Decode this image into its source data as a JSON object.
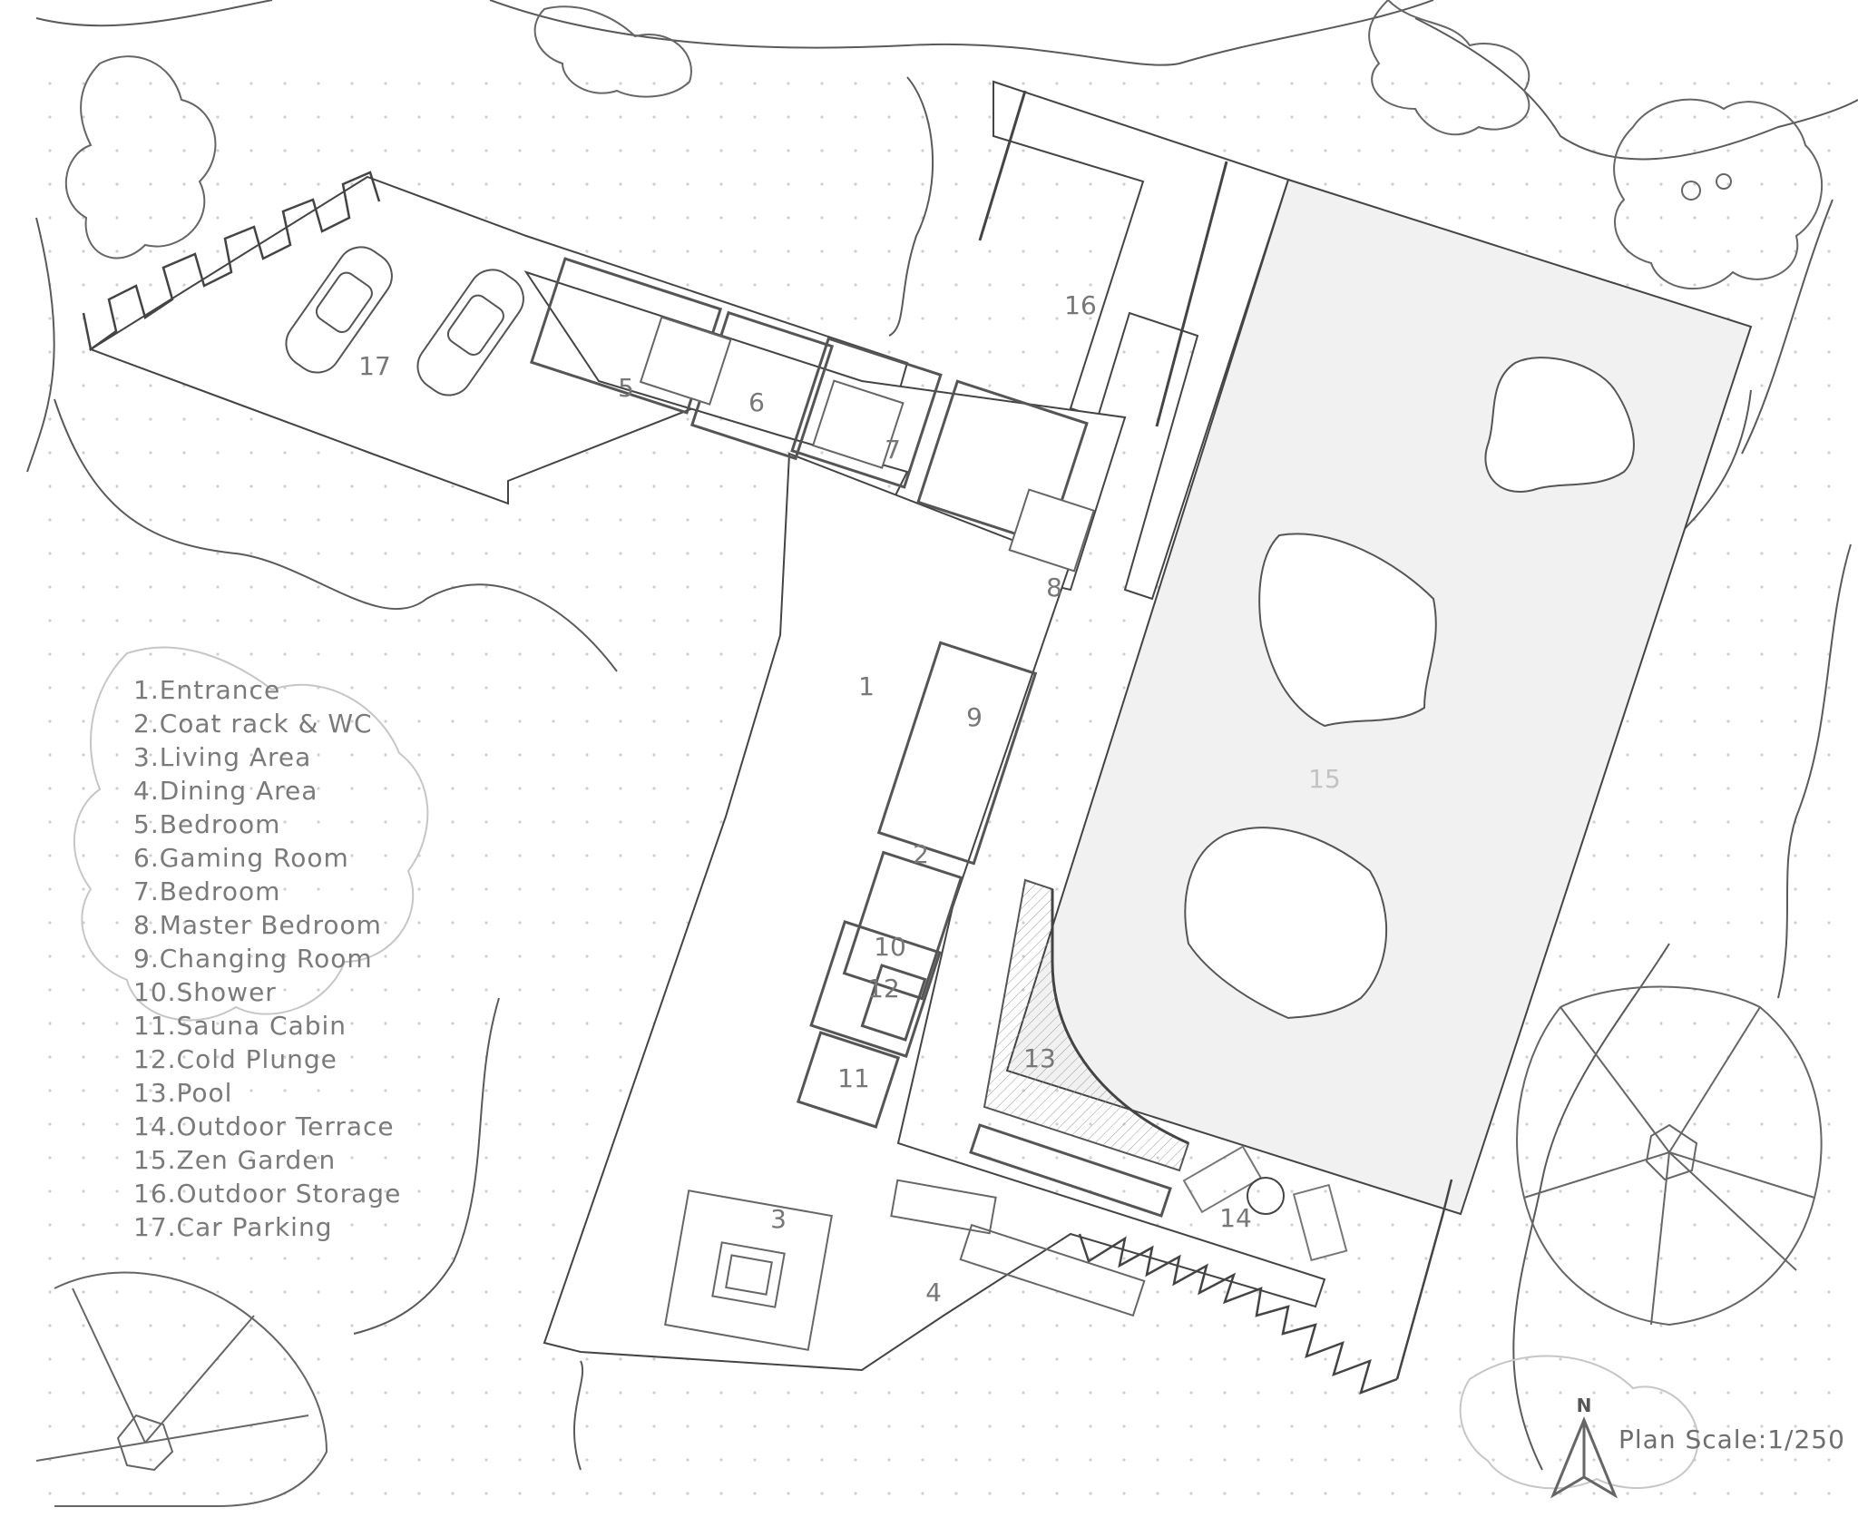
{
  "legend": [
    "1.Entrance",
    "2.Coat rack  & WC",
    "3.Living Area",
    "4.Dining Area",
    "5.Bedroom",
    "6.Gaming Room",
    "7.Bedroom",
    "8.Master Bedroom",
    "9.Changing Room",
    "10.Shower",
    "11.Sauna Cabin",
    "12.Cold Plunge",
    "13.Pool",
    "14.Outdoor Terrace",
    "15.Zen Garden",
    "16.Outdoor Storage",
    "17.Car Parking"
  ],
  "rooms": [
    "1",
    "2",
    "3",
    "4",
    "5",
    "6",
    "7",
    "8",
    "9",
    "10",
    "11",
    "12",
    "13",
    "14",
    "15",
    "16",
    "17"
  ],
  "north": "N",
  "scale": "Plan Scale:1/250",
  "colors": {
    "line": "#555555",
    "light_line": "#bdbdbd",
    "garden_fill": "#f1f1f1",
    "dot": "#c8c8c8"
  },
  "icons": [
    "north-arrow-icon",
    "car-icon",
    "tree-icon",
    "bed-icon"
  ]
}
